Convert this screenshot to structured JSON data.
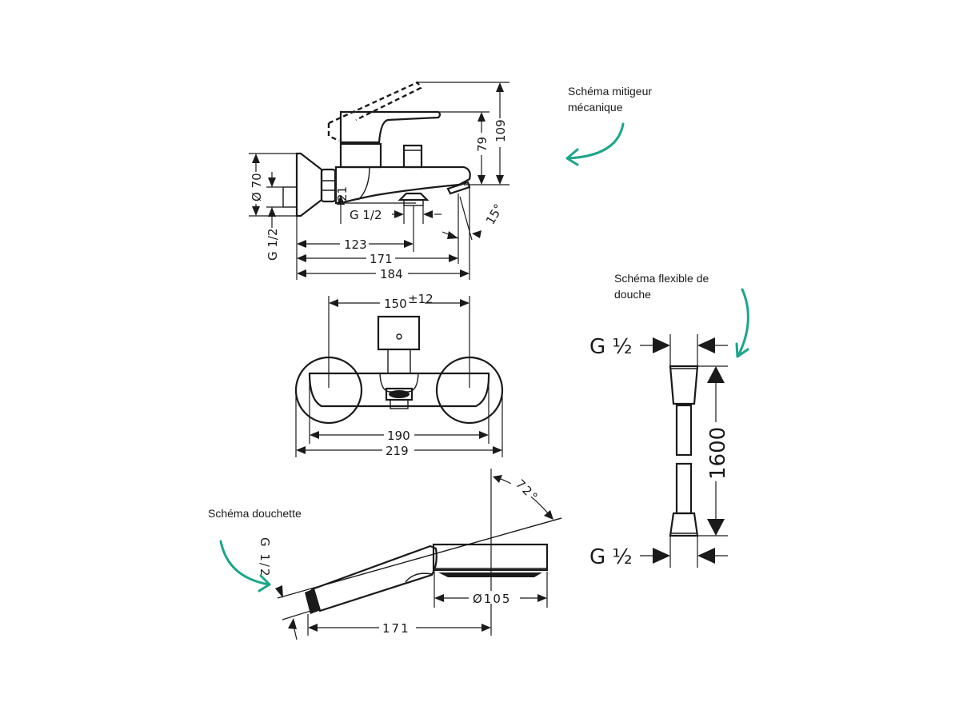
{
  "captions": {
    "mixer": [
      "Schéma mitigeur",
      "mécanique"
    ],
    "hose": [
      "Schéma flexible de",
      "douche"
    ],
    "handshower": "Schéma douchette"
  },
  "accent_color": "#1aa58c",
  "side_view": {
    "dim_height_total": "109",
    "dim_height_lever": "79",
    "dim_diameter": "Ø 70",
    "dim_inlet": "G 1/2",
    "dim_depth_small": "21",
    "dim_outlet_thread": "G 1/2",
    "dim_angle": "15°",
    "dim_123": "123",
    "dim_171": "171",
    "dim_184": "184"
  },
  "front_view": {
    "dim_centers": "150",
    "dim_centers_tol": "±12",
    "dim_190": "190",
    "dim_219": "219"
  },
  "handshower": {
    "dim_thread": "G 1/2",
    "dim_angle": "72°",
    "dim_diameter": "Ø105",
    "dim_length": "171"
  },
  "hose": {
    "thread_top": "G ½",
    "thread_bottom": "G ½",
    "length": "1600"
  }
}
